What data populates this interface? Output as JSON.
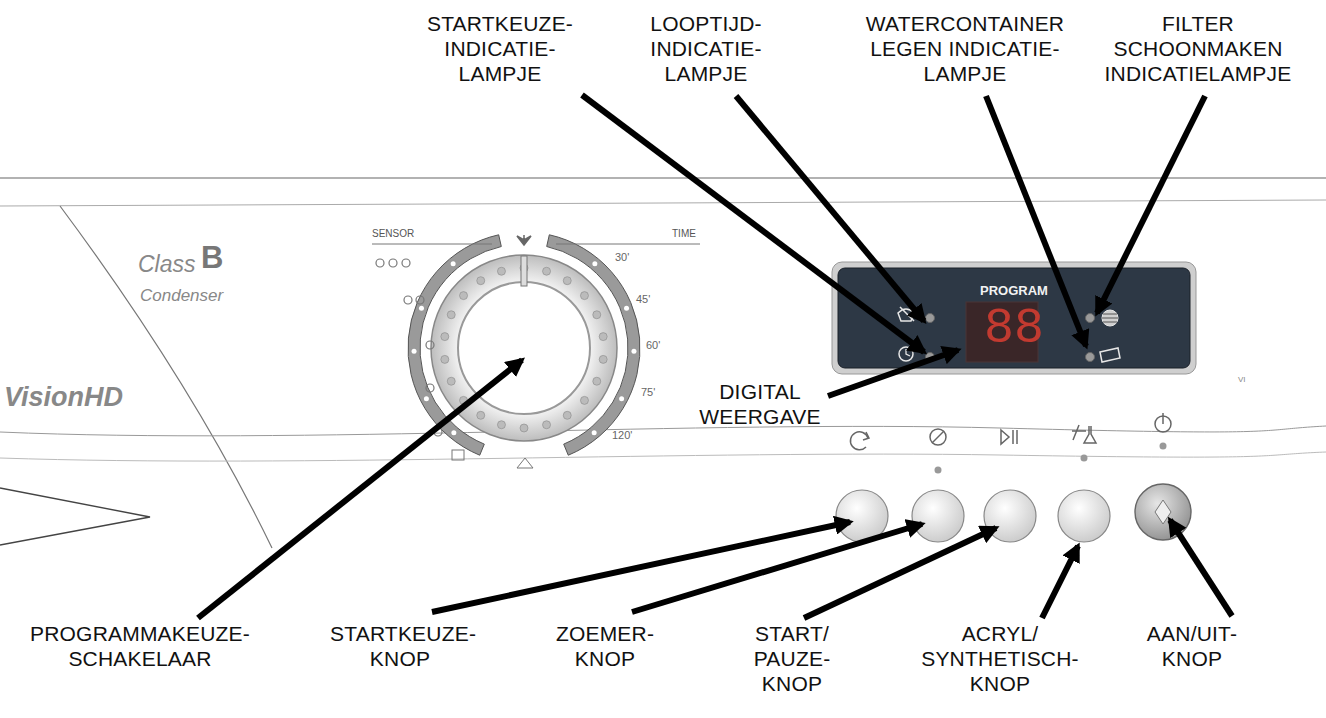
{
  "diagram": {
    "nodes": [
      {
        "text": [
          "PROGRAM",
          "88"
        ]
      }
    ],
    "labels": [
      "STARTKEUZE- INDICATIE- LAMPJE",
      "LOOPTIJD- INDICATIE- LAMPJE",
      "WATERCONTAINER LEGEN INDICATIE- LAMPJE",
      "FILTER SCHOONMAKEN INDICATIELAMPJE",
      "Class",
      "B",
      "Condenser",
      "VisionHD",
      "SENSOR",
      "TIME",
      "30'",
      "45'",
      "60'",
      "75'",
      "120'",
      "VI",
      "DIGITAL WEERGAVE",
      "PROGRAMMAKEUZE- SCHAKELAAR",
      "STARTKEUZE- KNOP",
      "ZOEMER- KNOP",
      "START/ PAUZE- KNOP",
      "ACRYL/ SYNTHETISCH- KNOP",
      "AAN/UIT- KNOP"
    ]
  }
}
